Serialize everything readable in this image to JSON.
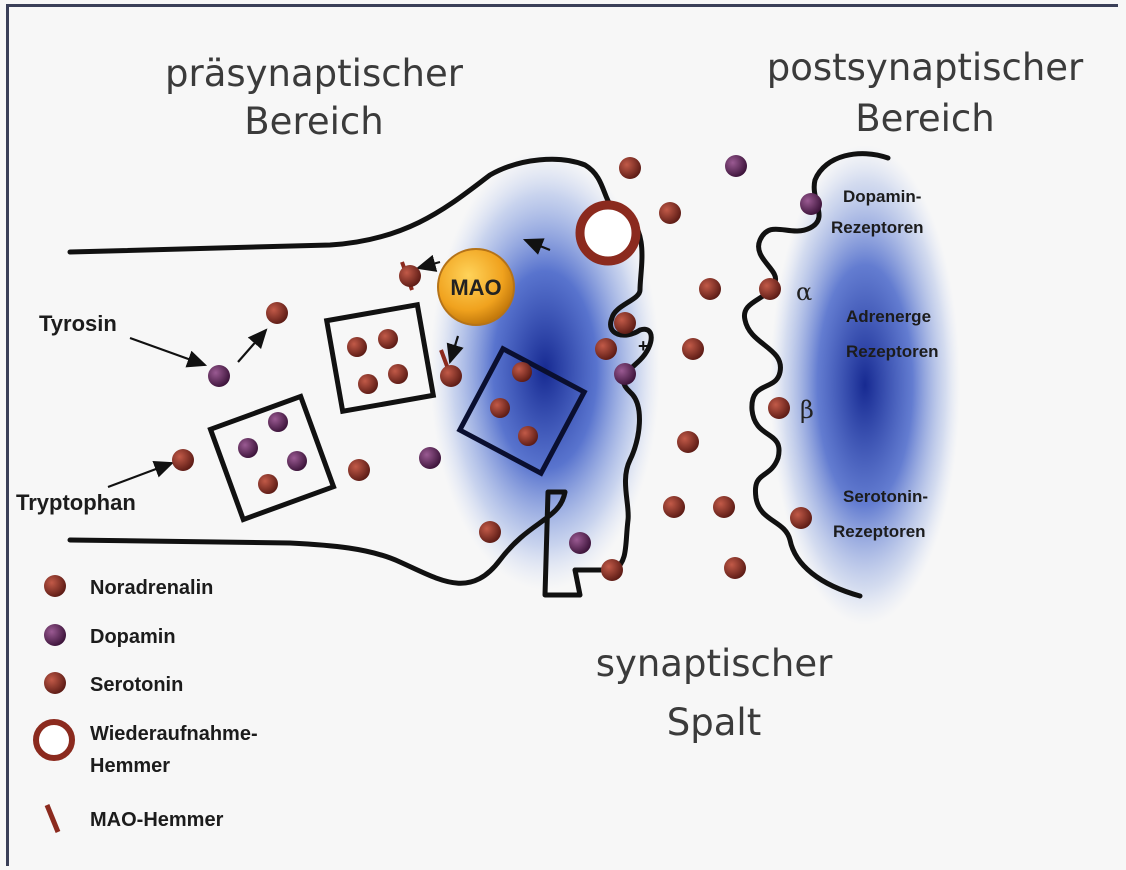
{
  "headings": {
    "presynaptic": [
      "präsynaptischer",
      "Bereich"
    ],
    "postsynaptic": [
      "postsynaptischer",
      "Bereich"
    ],
    "cleft": [
      "synaptischer",
      "Spalt"
    ]
  },
  "precursors": {
    "tyrosine": "Tyrosin",
    "tryptophan": "Tryptophan"
  },
  "enzyme": {
    "label": "MAO"
  },
  "ion_mark": "+",
  "receptors": [
    {
      "symbol": "",
      "lines": [
        "Dopamin-",
        "Rezeptoren"
      ]
    },
    {
      "symbol": "α",
      "lines": [
        "Adrenerge",
        "Rezeptoren"
      ]
    },
    {
      "symbol": "β",
      "lines": []
    },
    {
      "symbol": "",
      "lines": [
        "Serotonin-",
        "Rezeptoren"
      ]
    }
  ],
  "legend": [
    {
      "key": "noradrenaline",
      "label": [
        "Noradrenalin"
      ],
      "color": "#8a2a1e"
    },
    {
      "key": "dopamine",
      "label": [
        "Dopamin"
      ],
      "color": "#5e2a52"
    },
    {
      "key": "serotonin",
      "label": [
        "Serotonin"
      ],
      "color": "#6a1f24"
    },
    {
      "key": "reuptake-inhibitor",
      "label": [
        "Wiederaufnahme-",
        "Hemmer"
      ],
      "color": "#8b2a1e"
    },
    {
      "key": "mao-inhibitor",
      "label": [
        "MAO-Hemmer"
      ],
      "color": "#8b2a1e"
    }
  ],
  "colors": {
    "noradrenaline": "#8a2a1e",
    "dopamine": "#5e2a52",
    "serotonin": "#6a1f24",
    "mao_fill": "#f0a21e",
    "glow": "#1f45b8"
  }
}
